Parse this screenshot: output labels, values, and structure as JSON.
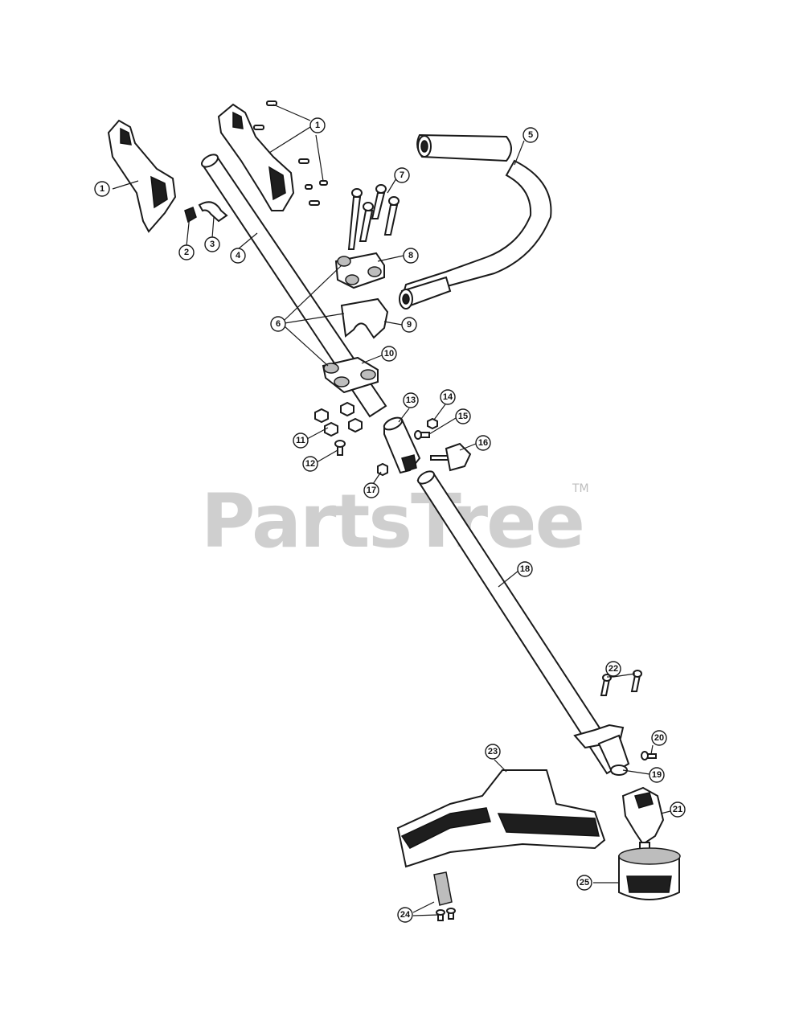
{
  "watermark": {
    "brand": "PartsTree",
    "trademark": "TM"
  },
  "callouts": [
    "1",
    "1",
    "2",
    "3",
    "4",
    "5",
    "6",
    "7",
    "8",
    "9",
    "10",
    "11",
    "12",
    "13",
    "14",
    "15",
    "16",
    "17",
    "18",
    "19",
    "20",
    "21",
    "22",
    "23",
    "24",
    "25"
  ]
}
